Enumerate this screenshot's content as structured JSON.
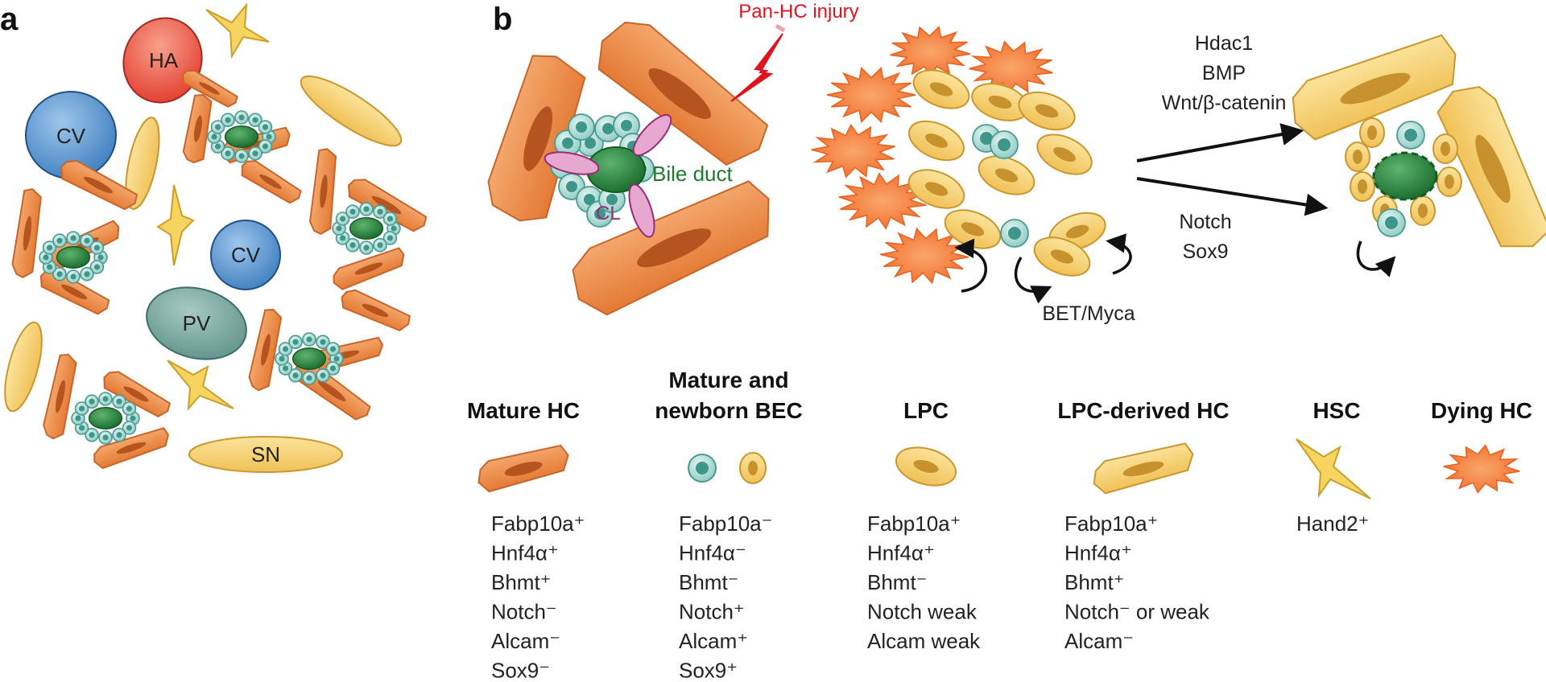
{
  "panel_a": {
    "label": "a",
    "structures": {
      "ha": "HA",
      "cv1": "CV",
      "cv2": "CV",
      "pv": "PV",
      "sn": "SN"
    }
  },
  "panel_b": {
    "label": "b",
    "injury": "Pan-HC injury",
    "bile_duct": "Bile duct",
    "cl": "CL",
    "bet": "BET/Myca",
    "upper_signals": [
      "Hdac1",
      "BMP",
      "Wnt/β-catenin"
    ],
    "lower_signals": [
      "Notch",
      "Sox9"
    ]
  },
  "legend": [
    {
      "title_lines": [
        "Mature HC"
      ],
      "markers": [
        "Fabp10a⁺",
        "Hnf4α⁺",
        "Bhmt⁺",
        "Notch⁻",
        "Alcam⁻",
        "Sox9⁻"
      ]
    },
    {
      "title_lines": [
        "Mature and",
        "newborn BEC"
      ],
      "markers": [
        "Fabp10a⁻",
        "Hnf4α⁻",
        "Bhmt⁻",
        "Notch⁺",
        "Alcam⁺",
        "Sox9⁺"
      ]
    },
    {
      "title_lines": [
        "LPC"
      ],
      "markers": [
        "Fabp10a⁺",
        "Hnf4α⁺",
        "Bhmt⁻",
        "Notch weak",
        "Alcam weak"
      ]
    },
    {
      "title_lines": [
        "LPC-derived HC"
      ],
      "markers": [
        "Fabp10a⁺",
        "Hnf4α⁺",
        "Bhmt⁺",
        "Notch⁻ or weak",
        "Alcam⁻"
      ]
    },
    {
      "title_lines": [
        "HSC"
      ],
      "markers": [
        "Hand2⁺"
      ]
    },
    {
      "title_lines": [
        "Dying HC"
      ],
      "markers": []
    }
  ],
  "colors": {
    "hc_fill": "#ee8c48",
    "hc_stroke": "#c8652a",
    "hc_nucleus": "#b5541e",
    "lpc_fill": "#f6cd69",
    "lpc_stroke": "#c9972d",
    "lpc_nucleus": "#c7922d",
    "bec_fill": "#a8d5cf",
    "bec_stroke": "#4a9a91",
    "bec_nucleus": "#3e958a",
    "duct": "#1f7a35",
    "dying": "#f4793a",
    "cv": "#3f7fbf",
    "ha": "#e64a3d",
    "pv": "#6b9e96"
  }
}
